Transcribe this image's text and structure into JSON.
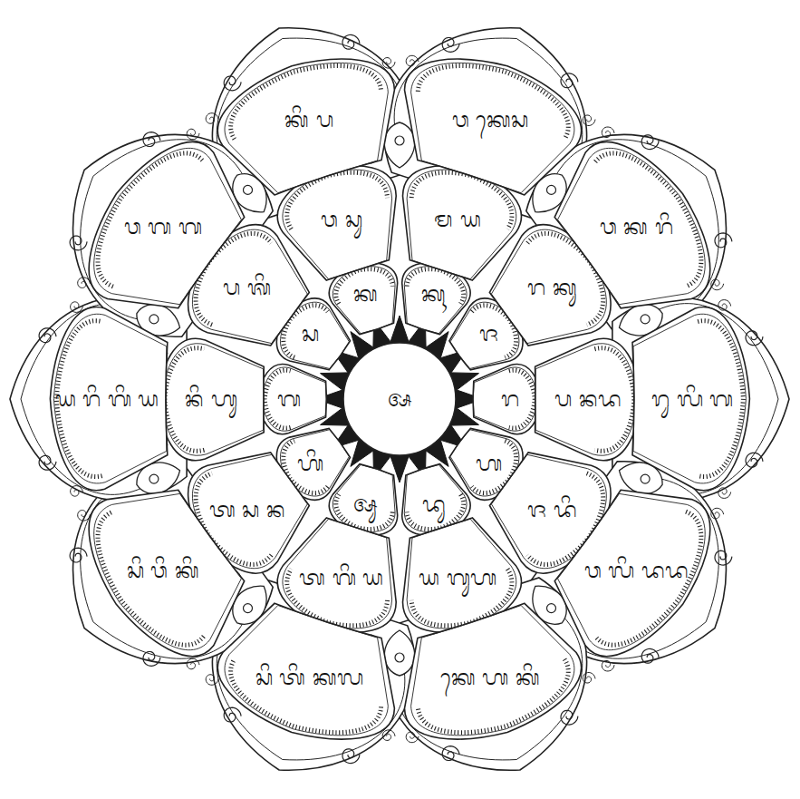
{
  "diagram": {
    "nodes": [
      {
        "text": [
          "ᬅ"
        ]
      },
      {
        "text": [
          "ᬓ"
        ]
      },
      {
        "text": [
          "ᬓᬹ"
        ]
      },
      {
        "text": [
          "ᬚ"
        ]
      },
      {
        "text": [
          "ᬭ"
        ]
      },
      {
        "text": [
          "ᬳ"
        ]
      },
      {
        "text": [
          "ᬤᬸ"
        ]
      },
      {
        "text": [
          "ᬅᬸ"
        ]
      },
      {
        "text": [
          "ᬳᬶ"
        ]
      },
      {
        "text": [
          "ᬕ"
        ]
      },
      {
        "text": [
          "ᬲ"
        ]
      },
      {
        "text": [
          "ᬯ ᬲᬸ"
        ]
      },
      {
        "text": [
          "ᬫ ᬬ"
        ]
      },
      {
        "text": [
          "ᬭ ᬓᬸ"
        ]
      },
      {
        "text": [
          "ᬧ ᬦᬤ"
        ]
      },
      {
        "text": [
          "ᬚ ᬤᬶ"
        ]
      },
      {
        "text": [
          "ᬬ ᬕᬸᬳ"
        ]
      },
      {
        "text": [
          "ᬢ ᬕᬶ ᬬ"
        ]
      },
      {
        "text": [
          "ᬢ ᬲ ᬦ"
        ]
      },
      {
        "text": [
          "ᬦᬶ ᬳᬸ"
        ]
      },
      {
        "text": [
          "ᬧ ᬰᬶ"
        ]
      },
      {
        "text": [
          "ᬓᬶ ᬧ"
        ]
      },
      {
        "text": [
          "ᬯ ᬓᬾᬲ"
        ]
      },
      {
        "text": [
          "ᬯ ᬓ ᬭᬶ"
        ]
      },
      {
        "text": [
          "ᬭᬸ ᬮᬶ ᬕ"
        ]
      },
      {
        "text": [
          "ᬯ ᬮᬶ ᬤᬤ"
        ]
      },
      {
        "text": [
          "ᬓᬾ ᬳ ᬓᬶ"
        ]
      },
      {
        "text": [
          "ᬲᬶ ᬢᬶ ᬓᬮ"
        ]
      },
      {
        "text": [
          "ᬲᬶ ᬯᬶ ᬓᬶ"
        ]
      },
      {
        "text": [
          "ᬬ ᬭᬶ ᬕᬶ ᬬ"
        ]
      },
      {
        "text": [
          "ᬯ ᬕ ᬕ"
        ]
      }
    ]
  }
}
